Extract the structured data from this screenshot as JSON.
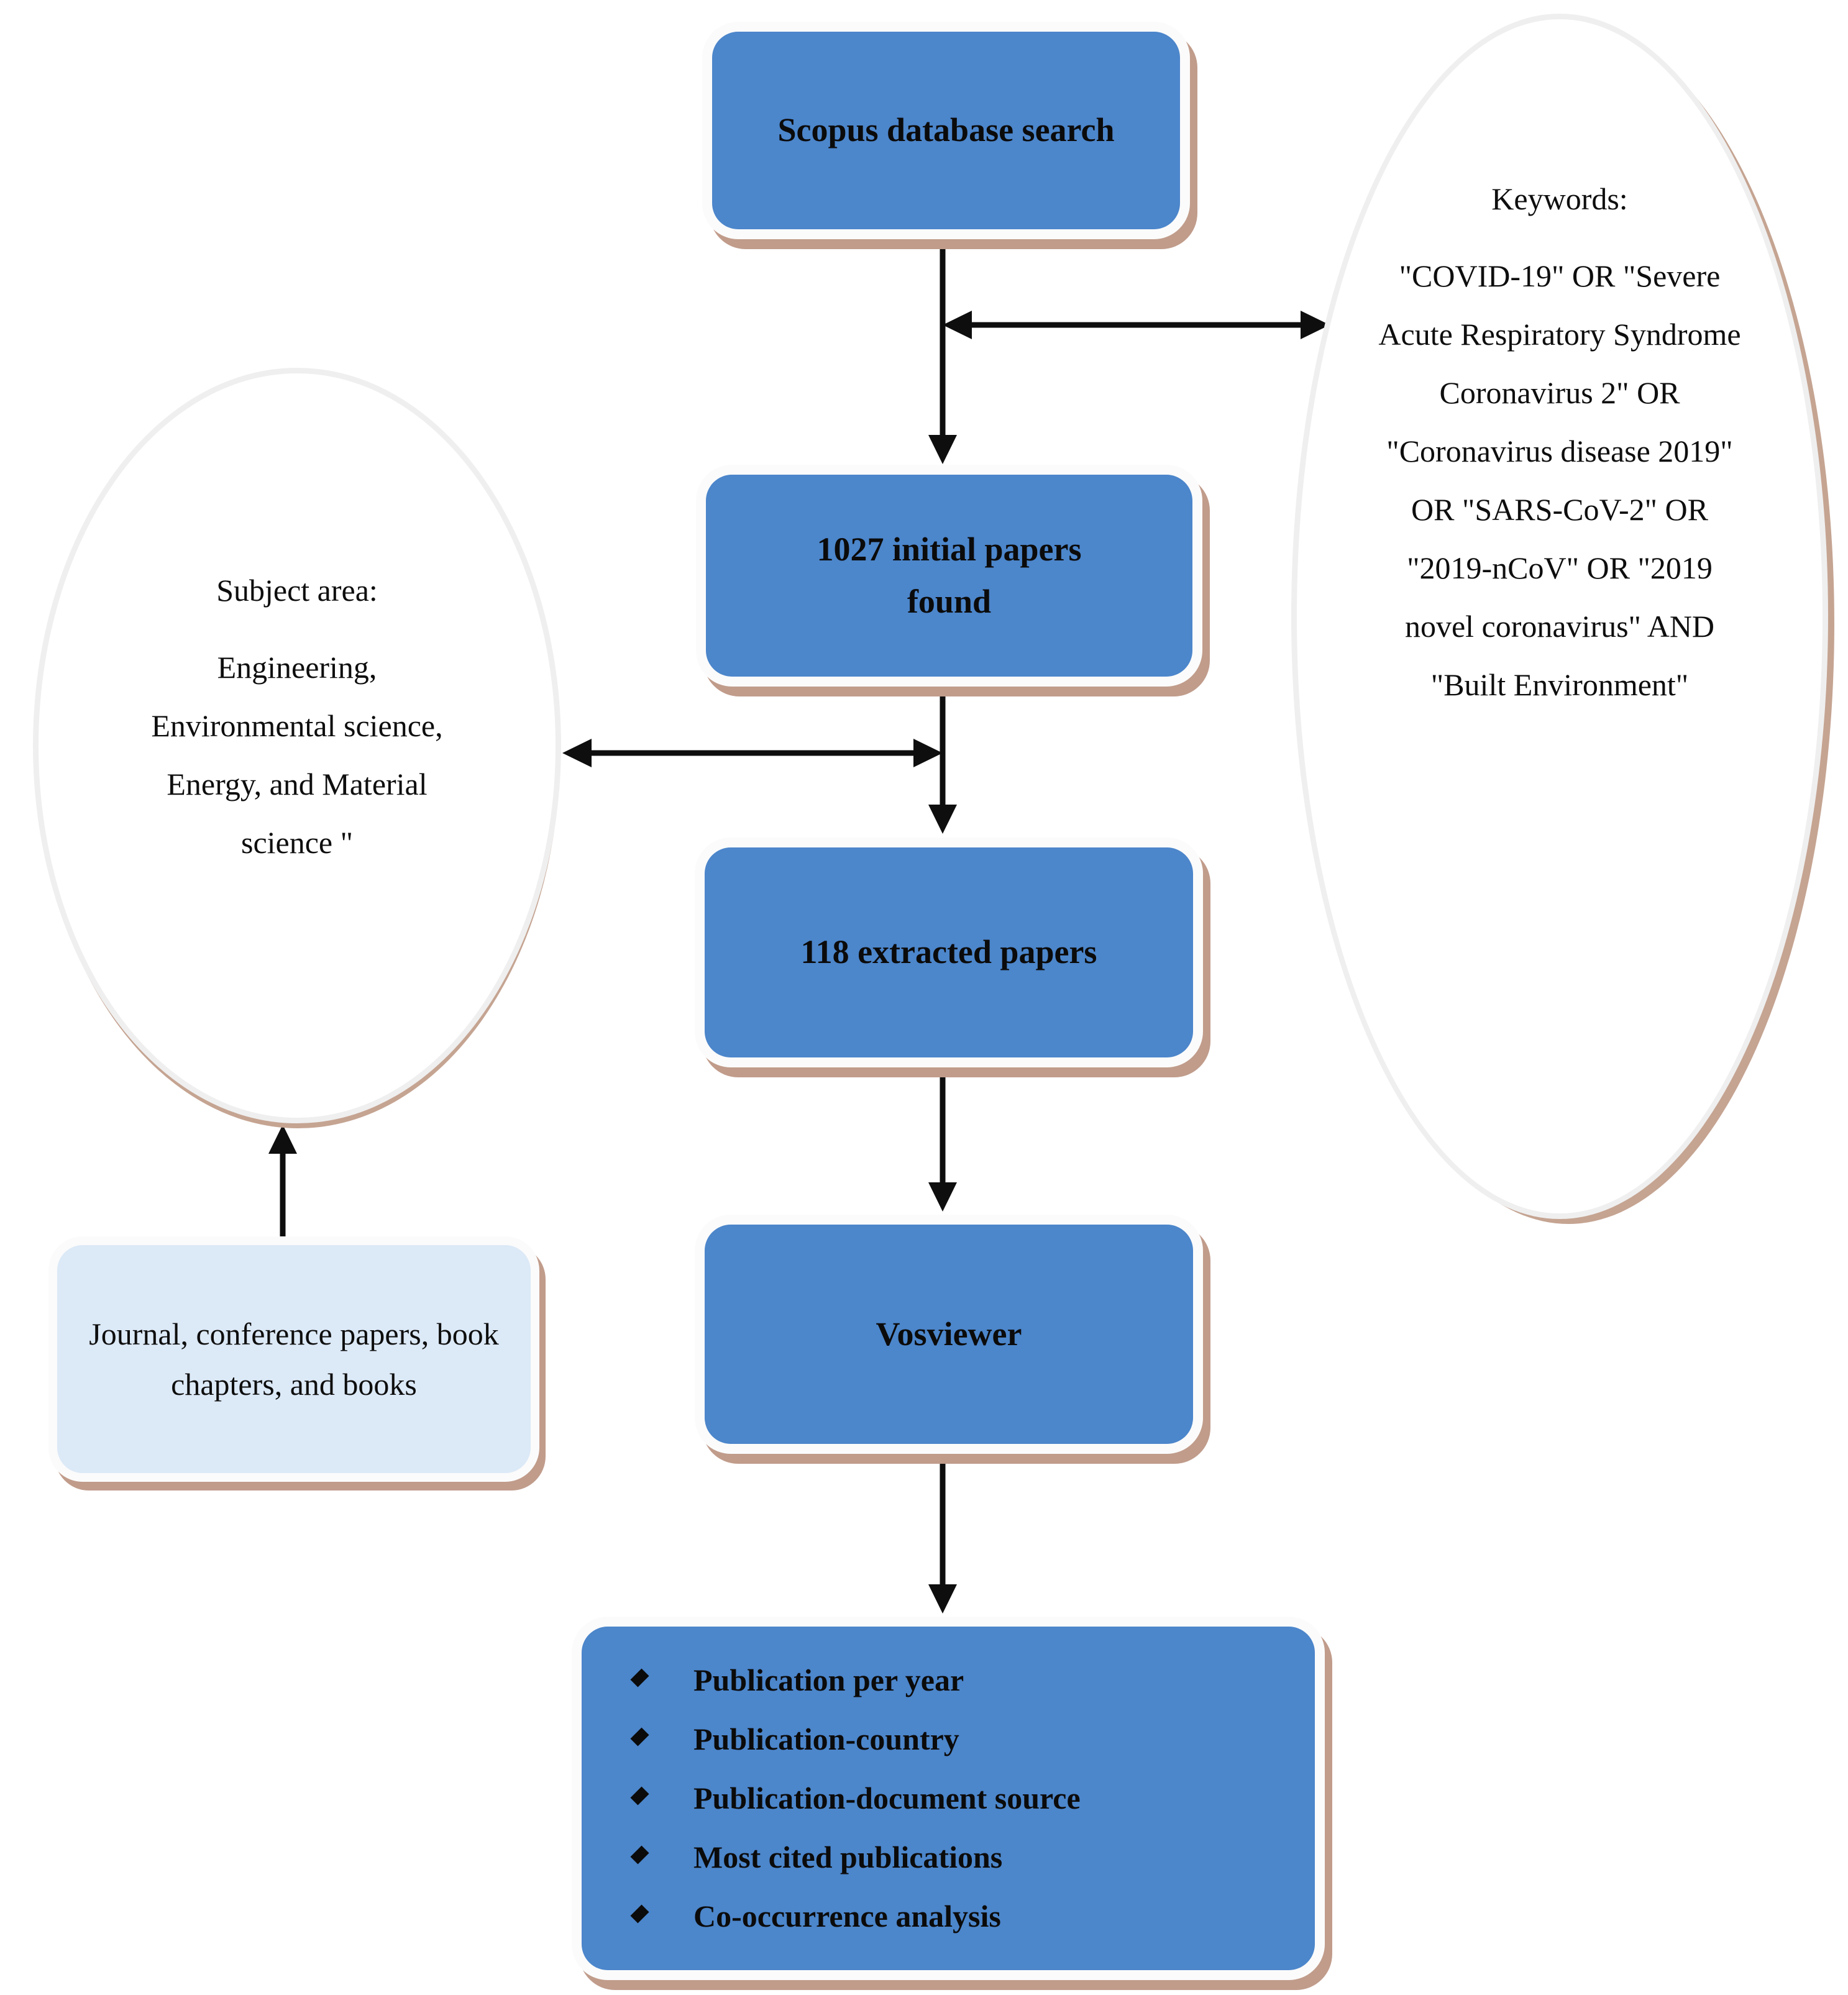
{
  "flow": {
    "scopus": "Scopus database search",
    "initial": "1027 initial papers found",
    "extracted": "118 extracted papers",
    "vosviewer": "Vosviewer"
  },
  "outputs": {
    "items": [
      "Publication per year",
      "Publication-country",
      "Publication-document source",
      "Most cited publications",
      "Co-occurrence analysis"
    ]
  },
  "keywords": {
    "title": "Keywords:",
    "body": "\"COVID-19\" OR \"Severe Acute Respiratory Syndrome Coronavirus 2\" OR \"Coronavirus disease 2019\" OR \"SARS-CoV-2\" OR \"2019-nCoV\" OR \"2019 novel coronavirus\" AND \"Built Environment\""
  },
  "subject_area": {
    "title": "Subject area:",
    "body": "Engineering, Environmental science, Energy, and Material science \""
  },
  "sources": {
    "label": "Journal, conference papers, book chapters, and books"
  },
  "colors": {
    "box_blue": "#4c86cb",
    "box_light_blue": "#dce9f7",
    "shadow_tan": "#c19c8b",
    "ellipse_border_gray": "#efefef",
    "arrow_black": "#0e0e0e"
  }
}
